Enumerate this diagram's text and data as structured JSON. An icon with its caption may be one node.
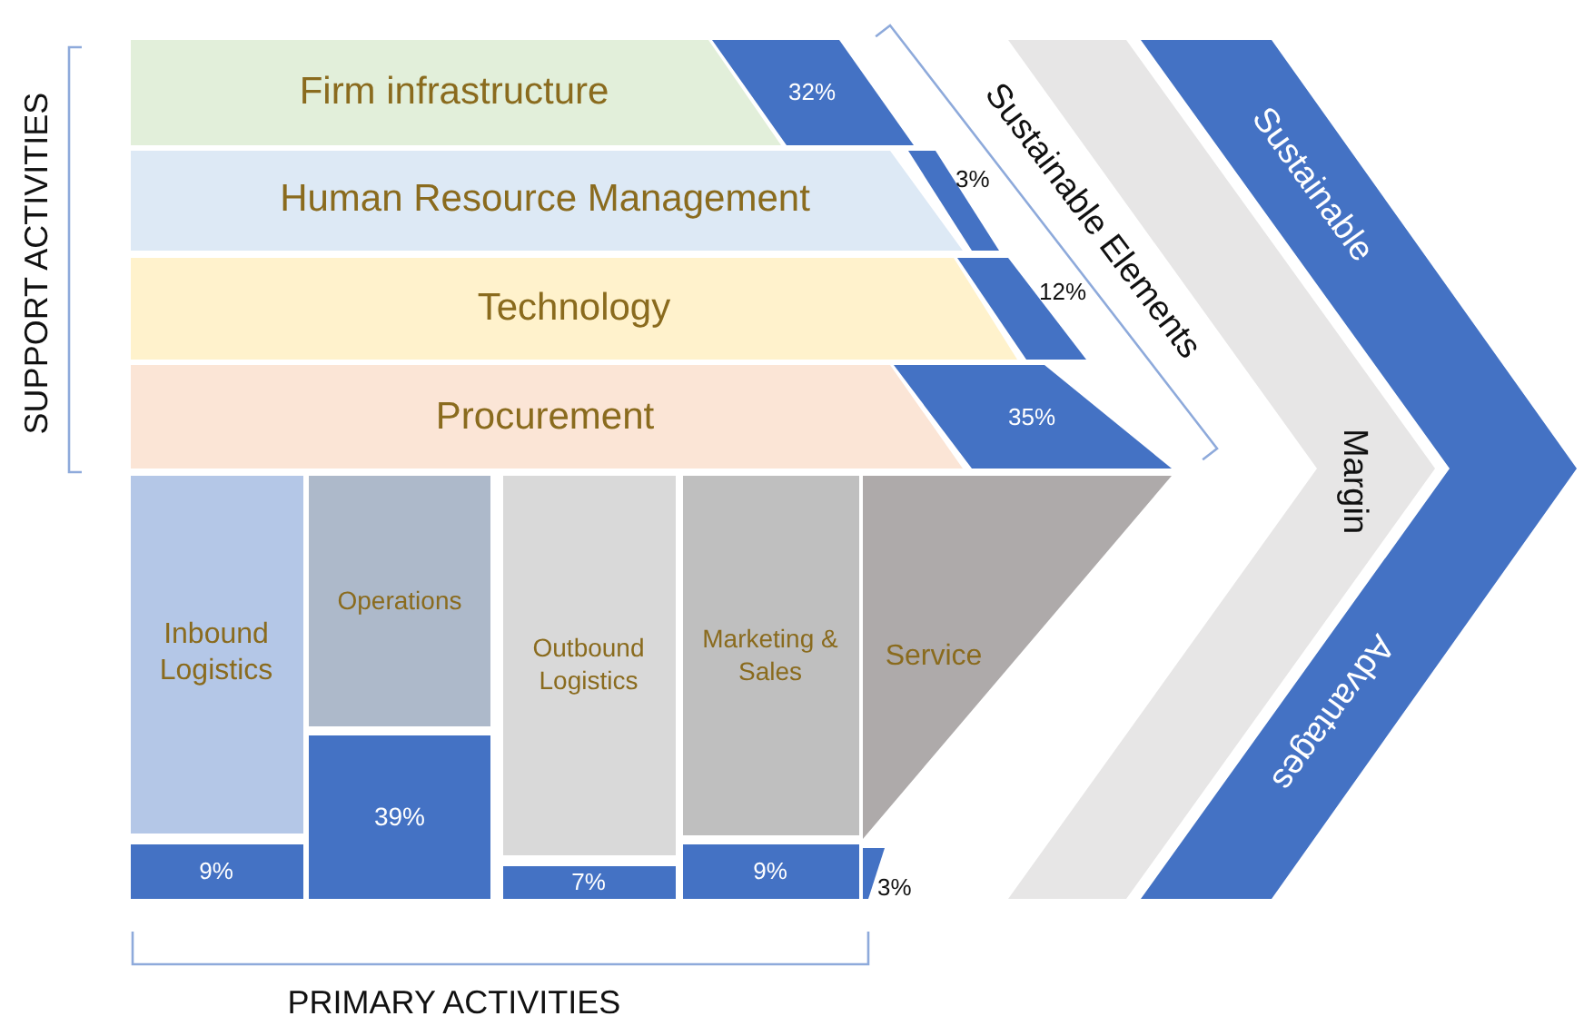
{
  "diagram": {
    "nodes": [
      {
        "text": [
          "Firm infrastructure"
        ]
      },
      {
        "text": [
          "32%"
        ]
      },
      {
        "text": [
          "Human Resource Management"
        ]
      },
      {
        "text": [],
        "shape": "bar",
        "beside": [
          "3%"
        ]
      },
      {
        "text": [
          "Technology"
        ]
      },
      {
        "text": [],
        "shape": "bar",
        "beside": [
          "12%"
        ]
      },
      {
        "text": [
          "Procurement"
        ]
      },
      {
        "text": [
          "35%"
        ]
      },
      {
        "text": [
          "Inbound Logistics"
        ]
      },
      {
        "text": [
          "9%"
        ]
      },
      {
        "text": [
          "Operations"
        ]
      },
      {
        "text": [
          "39%"
        ]
      },
      {
        "text": [
          "Outbound Logistics"
        ]
      },
      {
        "text": [
          "7%"
        ]
      },
      {
        "text": [
          "Marketing & Sales"
        ]
      },
      {
        "text": [
          "9%"
        ]
      },
      {
        "text": [
          "Service"
        ]
      },
      {
        "text": [],
        "shape": "bar",
        "beside": [
          "3%"
        ]
      },
      {
        "text": [
          "Margin"
        ]
      },
      {
        "text": [
          "Sustainable",
          "Advantages"
        ]
      }
    ],
    "labels": [
      "SUPPORT ACTIVITIES",
      "Sustainable Elements",
      "PRIMARY ACTIVITIES"
    ]
  }
}
